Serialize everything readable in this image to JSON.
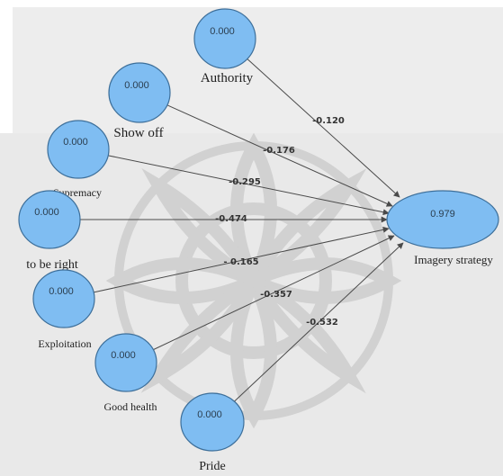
{
  "colors": {
    "node_fill": "#7fbdf2",
    "node_stroke": "#3d6f9a",
    "line": "#4a4a4a",
    "canvas_panel": "#e9e9e9",
    "watermark": "#cfcfcf"
  },
  "target": {
    "label": "Imagery strategy",
    "value": "0.979"
  },
  "sources": [
    {
      "label": "Authority",
      "value": "0.000",
      "coef": "-0.120"
    },
    {
      "label": "Show off",
      "value": "0.000",
      "coef": "-0.176"
    },
    {
      "label": "Supremacy",
      "value": "0.000",
      "coef": "-0.295"
    },
    {
      "label": "to be right",
      "value": "0.000",
      "coef": "-0.474"
    },
    {
      "label": "Exploitation",
      "value": "0.000",
      "coef": "- 0.165"
    },
    {
      "label": "Good health",
      "value": "0.000",
      "coef": "-0.357"
    },
    {
      "label": "Pride",
      "value": "0.000",
      "coef": "-0.532"
    }
  ]
}
